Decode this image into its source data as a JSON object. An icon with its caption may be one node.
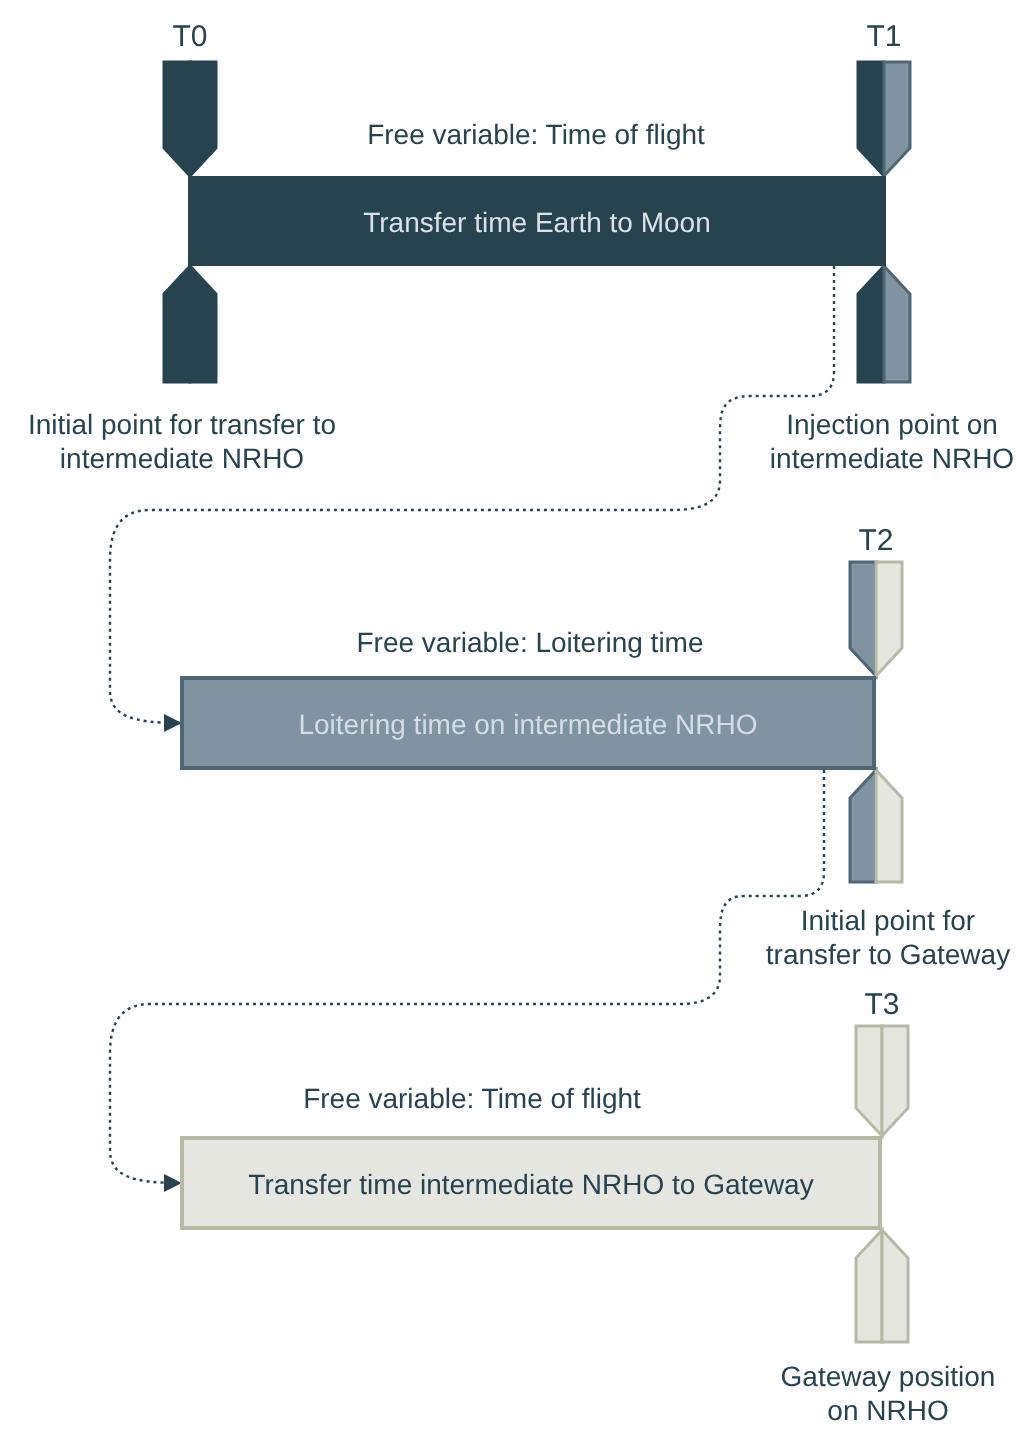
{
  "diagram": {
    "nodes": [
      {
        "text": [
          "T0"
        ],
        "beside": [
          "Initial point for transfer to intermediate NRHO"
        ]
      },
      {
        "text": [
          "T1"
        ],
        "beside": [
          "Injection point on intermediate NRHO"
        ]
      },
      {
        "text": [
          "Transfer time Earth to Moon"
        ],
        "beside": [
          "Free variable: Time of flight"
        ]
      },
      {
        "text": [
          "T2"
        ],
        "beside": [
          "Initial point for transfer to Gateway"
        ]
      },
      {
        "text": [
          "Loitering time on intermediate NRHO"
        ],
        "beside": [
          "Free variable: Loitering time"
        ]
      },
      {
        "text": [
          "T3"
        ],
        "beside": [
          "Gateway position on NRHO"
        ]
      },
      {
        "text": [
          "Transfer time intermediate NRHO to Gateway"
        ],
        "beside": [
          "Free variable: Time of flight"
        ]
      }
    ],
    "edges": [
      {
        "from": 2,
        "to": 4,
        "arrow": "to",
        "style": "dashed"
      },
      {
        "from": 4,
        "to": 6,
        "arrow": "to",
        "style": "dashed"
      }
    ]
  }
}
